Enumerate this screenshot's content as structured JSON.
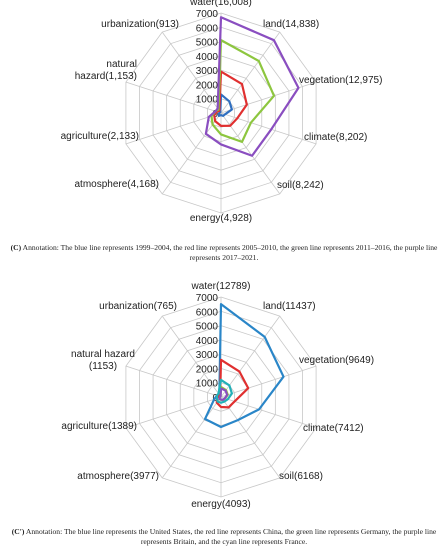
{
  "chart_data": [
    {
      "type": "radar",
      "categories": [
        "water(16,008)",
        "land(14,838)",
        "vegetation(12,975)",
        "climate(8,202)",
        "soil(8,242)",
        "energy(4,928)",
        "atmosphere(4,168)",
        "agriculture(2,133)",
        "natural hazard(1,153)",
        "urbanization(913)"
      ],
      "r_ticks": [
        "0",
        "1000",
        "2000",
        "3000",
        "4000",
        "5000",
        "6000",
        "7000"
      ],
      "rlim": [
        0,
        7000
      ],
      "series": [
        {
          "color": "#2f6fc0",
          "values": [
            1300,
            1000,
            800,
            300,
            250,
            150,
            250,
            150,
            100,
            80
          ]
        },
        {
          "color": "#e03030",
          "values": [
            2900,
            2500,
            1900,
            1200,
            1100,
            900,
            700,
            500,
            300,
            200
          ]
        },
        {
          "color": "#8dc63f",
          "values": [
            5100,
            4500,
            3900,
            2200,
            2500,
            1500,
            1000,
            700,
            400,
            300
          ]
        },
        {
          "color": "#8a4ec0",
          "values": [
            6700,
            6300,
            5700,
            3700,
            3700,
            2200,
            1800,
            900,
            400,
            400
          ]
        }
      ],
      "caption_label": "(C)",
      "caption_text": "Annotation: The blue line represents 1999–2004, the red line represents 2005–2010, the green line represents 2011–2016, the purple line represents 2017–2021."
    },
    {
      "type": "radar",
      "categories": [
        "water(12789)",
        "land(11437)",
        "vegetation(9649)",
        "climate(7412)",
        "soil(6168)",
        "energy(4093)",
        "atmosphere(3977)",
        "agriculture(1389)",
        "natural hazard (1153)",
        "urbanization(765)"
      ],
      "r_ticks": [
        "0",
        "1000",
        "2000",
        "3000",
        "4000",
        "5000",
        "6000",
        "7000"
      ],
      "rlim": [
        0,
        7000
      ],
      "series": [
        {
          "color": "#2a86c8",
          "values": [
            6500,
            5200,
            4600,
            2800,
            2000,
            2100,
            1900,
            500,
            300,
            200
          ]
        },
        {
          "color": "#e03030",
          "values": [
            2600,
            2200,
            2000,
            1000,
            900,
            700,
            500,
            300,
            200,
            100
          ]
        },
        {
          "color": "#8dc63f",
          "values": [
            700,
            600,
            500,
            300,
            250,
            200,
            200,
            100,
            80,
            60
          ]
        },
        {
          "color": "#8a4ec0",
          "values": [
            600,
            550,
            450,
            280,
            240,
            180,
            180,
            90,
            70,
            50
          ]
        },
        {
          "color": "#22b0b8",
          "values": [
            1200,
            1000,
            800,
            500,
            400,
            400,
            400,
            300,
            300,
            300
          ]
        }
      ],
      "caption_label": "(C′)",
      "caption_text": "Annotation: The blue line represents the United States, the red line represents China, the green line represents Germany, the purple line represents Britain, and the cyan line represents France."
    }
  ]
}
